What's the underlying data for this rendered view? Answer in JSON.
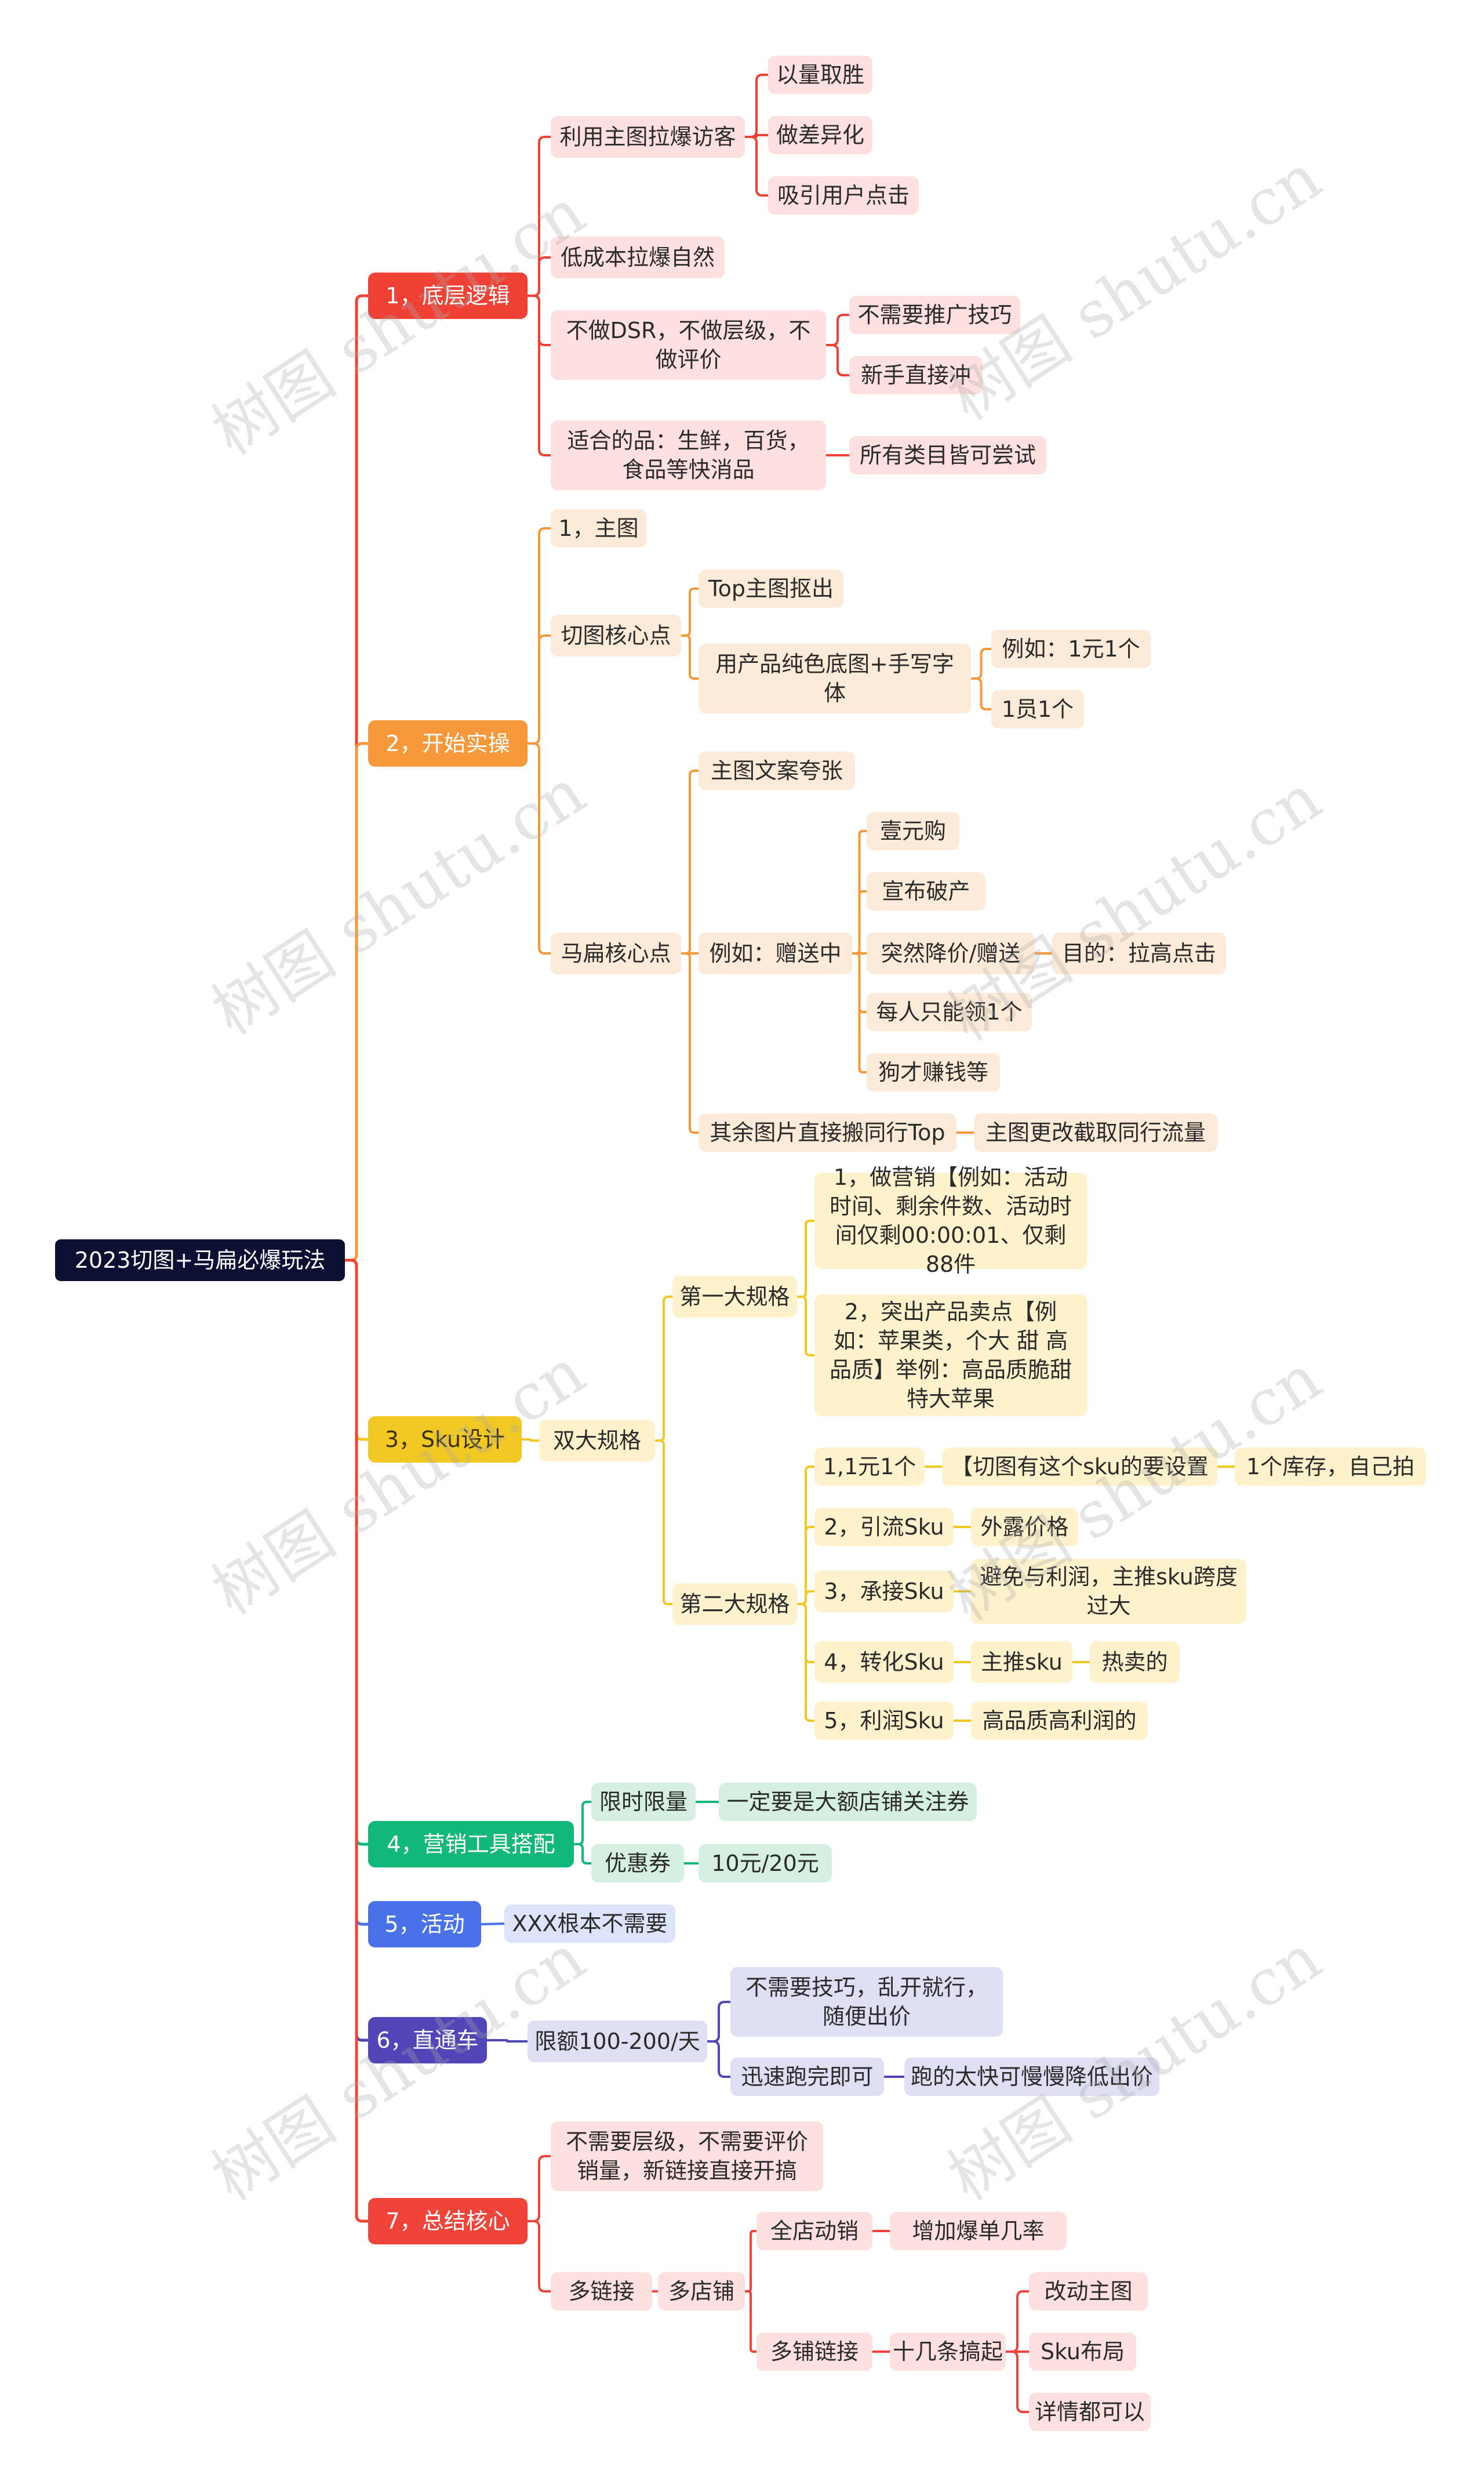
{
  "root": "2023切图+马扁必爆玩法",
  "colors": {
    "root_bg": "#0c1033",
    "b1": "#ef4136",
    "b2": "#f7993a",
    "b3": "#f2c822",
    "b4": "#12b87b",
    "b5": "#4a72e8",
    "b6": "#5046b8",
    "b7": "#f0443a",
    "sub1": "#fde0df",
    "sub2": "#fdebd9",
    "sub3": "#fdf2cc",
    "sub4": "#d5f0e3",
    "sub5": "#dde3fb",
    "sub6": "#e0def3",
    "sub7": "#fde0df"
  },
  "watermark": "树图 shutu.cn",
  "branches": {
    "b1": {
      "label": "1，底层逻辑",
      "n1": "利用主图拉爆访客",
      "n1a": "以量取胜",
      "n1b": "做差异化",
      "n1c": "吸引用户点击",
      "n2": "低成本拉爆自然",
      "n3": "不做DSR，不做层级，不做评价",
      "n3a": "不需要推广技巧",
      "n3b": "新手直接冲",
      "n4": "适合的品：生鲜，百货，食品等快消品",
      "n4a": "所有类目皆可尝试"
    },
    "b2": {
      "label": "2，开始实操",
      "n1": "1，主图",
      "n2": "切图核心点",
      "n2a": "Top主图抠出",
      "n2b": "用产品纯色底图+手写字体",
      "n2b1": "例如：1元1个",
      "n2b2": "1员1个",
      "n3": "马扁核心点",
      "n3a": "主图文案夸张",
      "n3b": "例如：赠送中",
      "n3b1": "壹元购",
      "n3b2": "宣布破产",
      "n3b3": "突然降价/赠送",
      "n3b3a": "目的：拉高点击",
      "n3b4": "每人只能领1个",
      "n3b5": "狗才赚钱等",
      "n3c": "其余图片直接搬同行Top",
      "n3c1": "主图更改截取同行流量"
    },
    "b3": {
      "label": "3，Sku设计",
      "n1": "双大规格",
      "n1a": "第一大规格",
      "n1a1": "1，做营销【例如：活动时间、剩余件数、活动时间仅剩00:00:01、仅剩88件",
      "n1a2": "2，突出产品卖点【例如：苹果类，个大 甜 高品质】举例：高品质脆甜特大苹果",
      "n1b": "第二大规格",
      "n1b1": "1,1元1个",
      "n1b1a": "【切图有这个sku的要设置",
      "n1b1b": "1个库存，自己拍",
      "n1b2": "2，引流Sku",
      "n1b2a": "外露价格",
      "n1b3": "3，承接Sku",
      "n1b3a": "避免与利润，主推sku跨度过大",
      "n1b4": "4，转化Sku",
      "n1b4a": "主推sku",
      "n1b4b": "热卖的",
      "n1b5": "5，利润Sku",
      "n1b5a": "高品质高利润的"
    },
    "b4": {
      "label": "4，营销工具搭配",
      "n1": "限时限量",
      "n1a": "一定要是大额店铺关注券",
      "n2": "优惠券",
      "n2a": "10元/20元"
    },
    "b5": {
      "label": "5，活动",
      "n1": "XXX根本不需要"
    },
    "b6": {
      "label": "6，直通车",
      "n1": "限额100-200/天",
      "n1a": "不需要技巧，乱开就行，随便出价",
      "n1b": "迅速跑完即可",
      "n1b1": "跑的太快可慢慢降低出价"
    },
    "b7": {
      "label": "7，总结核心",
      "n1": "不需要层级，不需要评价销量，新链接直接开搞",
      "n2": "多链接",
      "n2a": "多店铺",
      "n2a1": "全店动销",
      "n2a1a": "增加爆单几率",
      "n2a2": "多铺链接",
      "n2a2a": "十几条搞起",
      "n2a2a1": "改动主图",
      "n2a2a2": "Sku布局",
      "n2a2a3": "详情都可以"
    }
  }
}
